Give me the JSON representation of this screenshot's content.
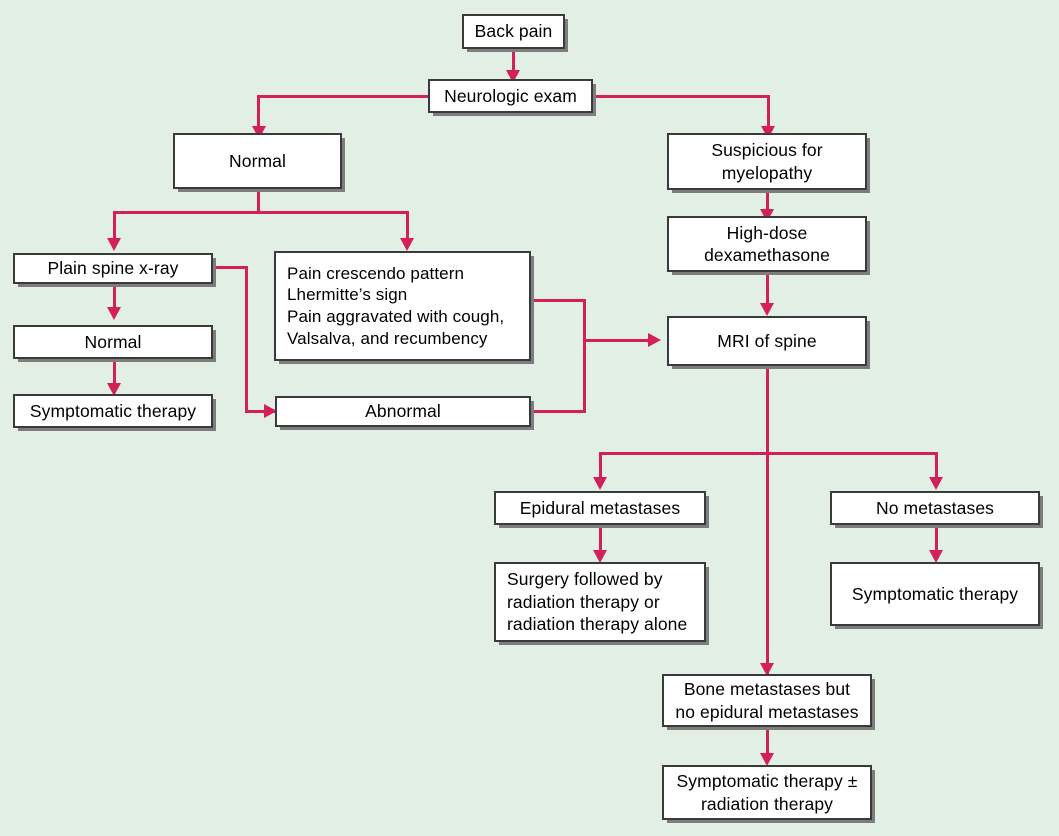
{
  "diagram": {
    "title": "Back pain evaluation algorithm",
    "background_color": "#e2efe5",
    "connector_color": "#d4205a",
    "box_border_color": "#3a3a3a",
    "box_fill_color": "#ffffff",
    "nodes": {
      "back_pain": "Back pain",
      "neurologic_exam": "Neurologic exam",
      "normal_exam": "Normal",
      "suspicious_myelopathy": "Suspicious for\nmyelopathy",
      "plain_spine_xray": "Plain spine x-ray",
      "red_flags": "Pain crescendo pattern\nLhermitte’s sign\nPain aggravated with cough,\nValsalva, and recumbency",
      "high_dose_dexamethasone": "High-dose\ndexamethasone",
      "xray_normal": "Normal",
      "mri_of_spine": "MRI of spine",
      "symptomatic_therapy_left": "Symptomatic therapy",
      "abnormal": "Abnormal",
      "epidural_metastases": "Epidural metastases",
      "no_metastases": "No metastases",
      "surgery_followed_by": "Surgery followed by\nradiation therapy or\nradiation therapy alone",
      "symptomatic_therapy_right": "Symptomatic therapy",
      "bone_metastases": "Bone metastases but\nno epidural metastases",
      "symptomatic_therapy_radiation": "Symptomatic therapy ±\nradiation therapy"
    }
  }
}
